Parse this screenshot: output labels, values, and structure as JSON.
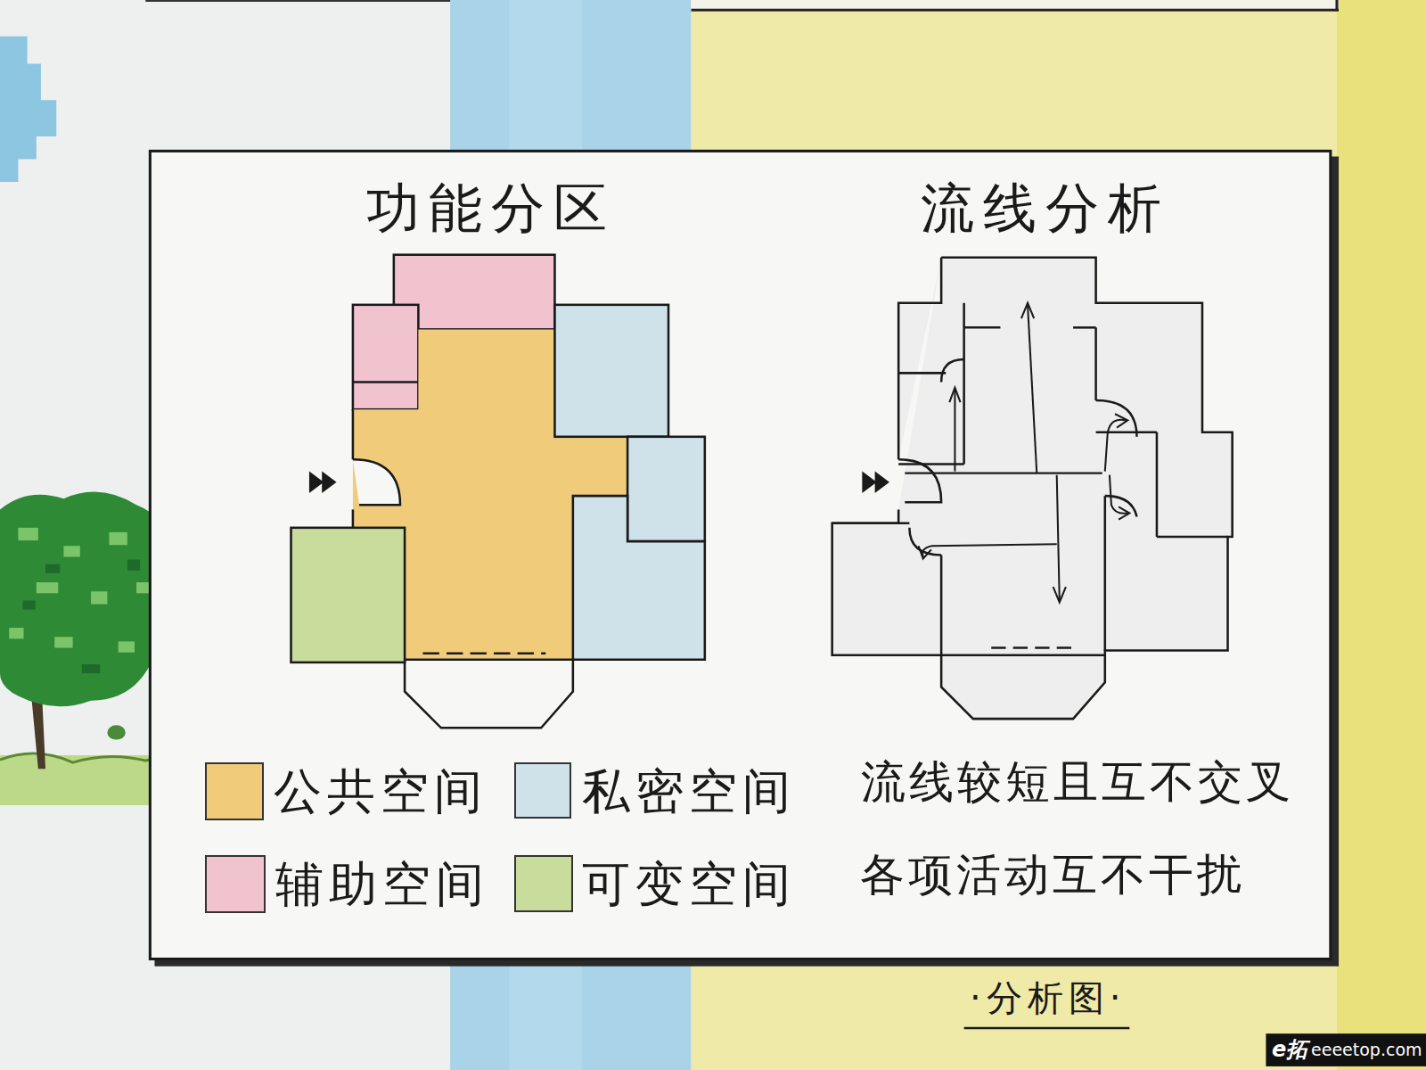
{
  "diagram": {
    "caption": "·分析图·",
    "labels": [
      "功能分区",
      "流线分析",
      "流线较短且互不交叉",
      "各项活动互不干扰",
      "e拓",
      "eeeetop.com"
    ],
    "legend": [
      {
        "text": "公共空间",
        "color": "#f0cc7a"
      },
      {
        "text": "私密空间",
        "color": "#cfe2ea"
      },
      {
        "text": "辅助空间",
        "color": "#f0c3cf"
      },
      {
        "text": "可变空间",
        "color": "#c8dc9c"
      }
    ]
  }
}
